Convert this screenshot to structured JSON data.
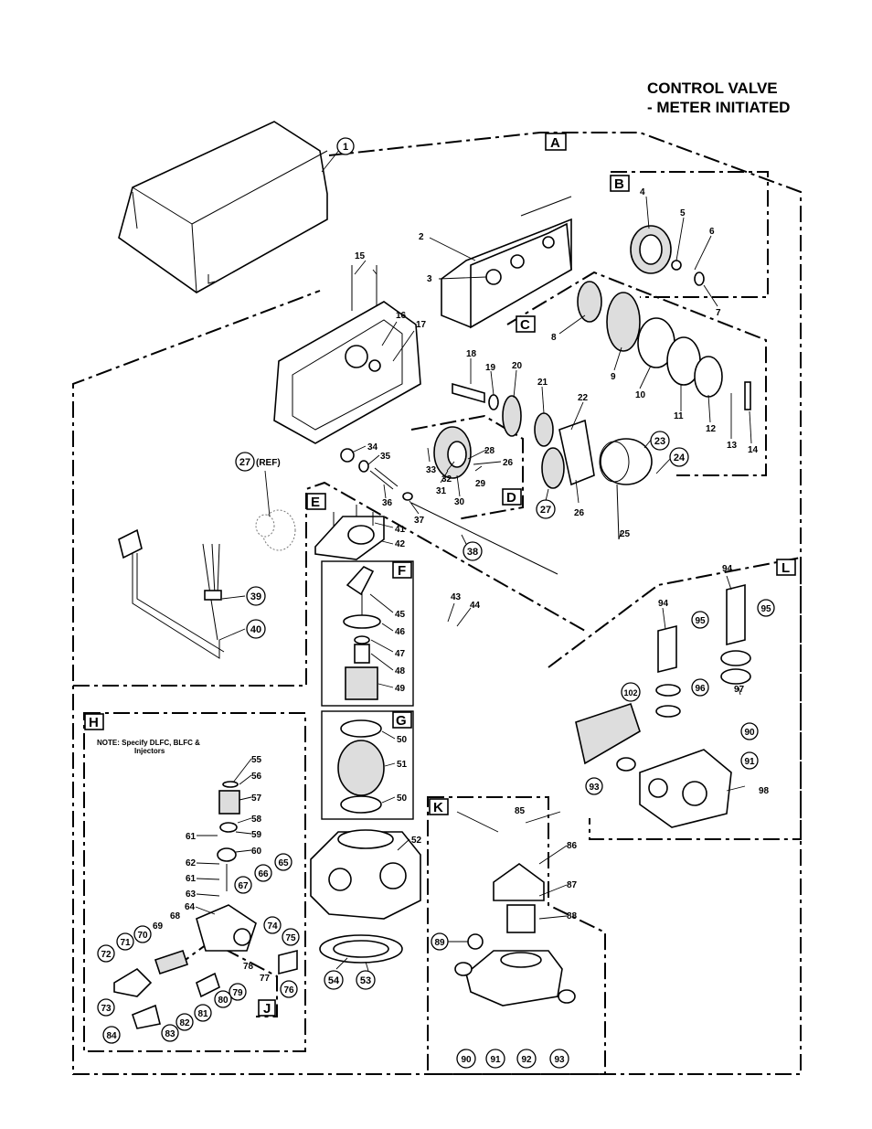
{
  "title": {
    "line1": "CONTROL VALVE",
    "line2": "- METER INITIATED"
  },
  "note": {
    "line1": "NOTE: Specify DLFC, BLFC &",
    "line2": "Injectors"
  },
  "sections": [
    {
      "id": "A",
      "label": "A"
    },
    {
      "id": "B",
      "label": "B"
    },
    {
      "id": "C",
      "label": "C"
    },
    {
      "id": "D",
      "label": "D"
    },
    {
      "id": "E",
      "label": "E"
    },
    {
      "id": "F",
      "label": "F"
    },
    {
      "id": "G",
      "label": "G"
    },
    {
      "id": "H",
      "label": "H"
    },
    {
      "id": "J",
      "label": "J"
    },
    {
      "id": "K",
      "label": "K"
    },
    {
      "id": "L",
      "label": "L"
    }
  ],
  "ref_label": "(REF)",
  "circled_callouts": [
    "1",
    "23",
    "24",
    "27",
    "27",
    "38",
    "39",
    "40",
    "53",
    "54",
    "65",
    "66",
    "67",
    "70",
    "71",
    "72",
    "73",
    "74",
    "75",
    "76",
    "79",
    "80",
    "81",
    "82",
    "83",
    "84",
    "89",
    "90",
    "91",
    "92",
    "93",
    "95",
    "96",
    "102",
    "90",
    "91",
    "93",
    "95"
  ],
  "plain_callouts": [
    "2",
    "3",
    "4",
    "5",
    "6",
    "7",
    "8",
    "9",
    "10",
    "11",
    "12",
    "13",
    "14",
    "15",
    "16",
    "17",
    "18",
    "19",
    "20",
    "21",
    "22",
    "25",
    "26",
    "26",
    "28",
    "29",
    "30",
    "31",
    "32",
    "33",
    "34",
    "35",
    "36",
    "37",
    "41",
    "42",
    "43",
    "44",
    "45",
    "46",
    "47",
    "48",
    "49",
    "50",
    "51",
    "50",
    "52",
    "55",
    "56",
    "57",
    "58",
    "59",
    "60",
    "61",
    "62",
    "61",
    "63",
    "64",
    "68",
    "69",
    "77",
    "78",
    "85",
    "86",
    "87",
    "88",
    "94",
    "94",
    "97",
    "98"
  ]
}
